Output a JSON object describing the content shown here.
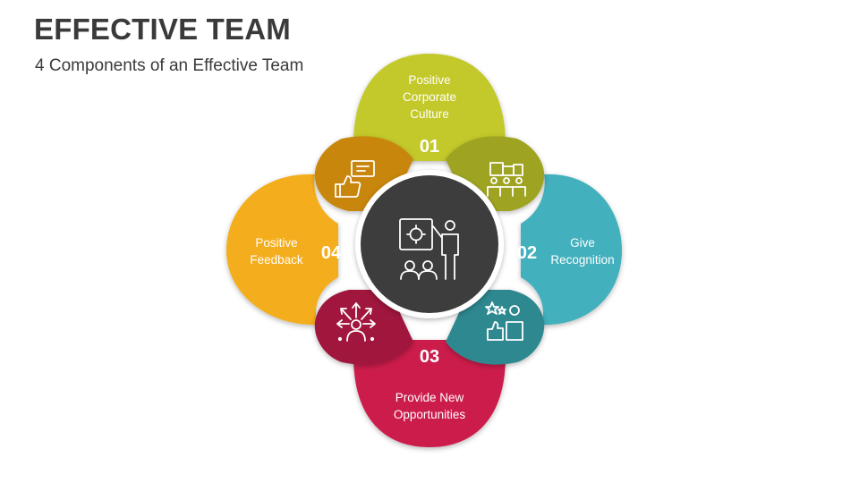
{
  "title": "EFFECTIVE TEAM",
  "subtitle": "4 Components of an Effective Team",
  "components": [
    {
      "number": "01",
      "label_lines": [
        "Positive",
        "Corporate",
        "Culture"
      ],
      "color": "#c3c92b",
      "accent": "#9ea423",
      "icon": "team-buildings-icon"
    },
    {
      "number": "02",
      "label_lines": [
        "Give",
        "Recognition"
      ],
      "color": "#42b0bd",
      "accent": "#2f8890",
      "icon": "award-recognition-icon"
    },
    {
      "number": "03",
      "label_lines": [
        "Provide New",
        "Opportunities"
      ],
      "color": "#cc1e4b",
      "accent": "#a0183e",
      "icon": "opportunity-arrows-icon"
    },
    {
      "number": "04",
      "label_lines": [
        "Positive",
        "Feedback"
      ],
      "color": "#f4ad1a",
      "accent": "#c8860a",
      "icon": "thumbs-up-feedback-icon"
    }
  ],
  "center": {
    "icon": "presenter-board-icon",
    "color": "#3e3e3e"
  }
}
